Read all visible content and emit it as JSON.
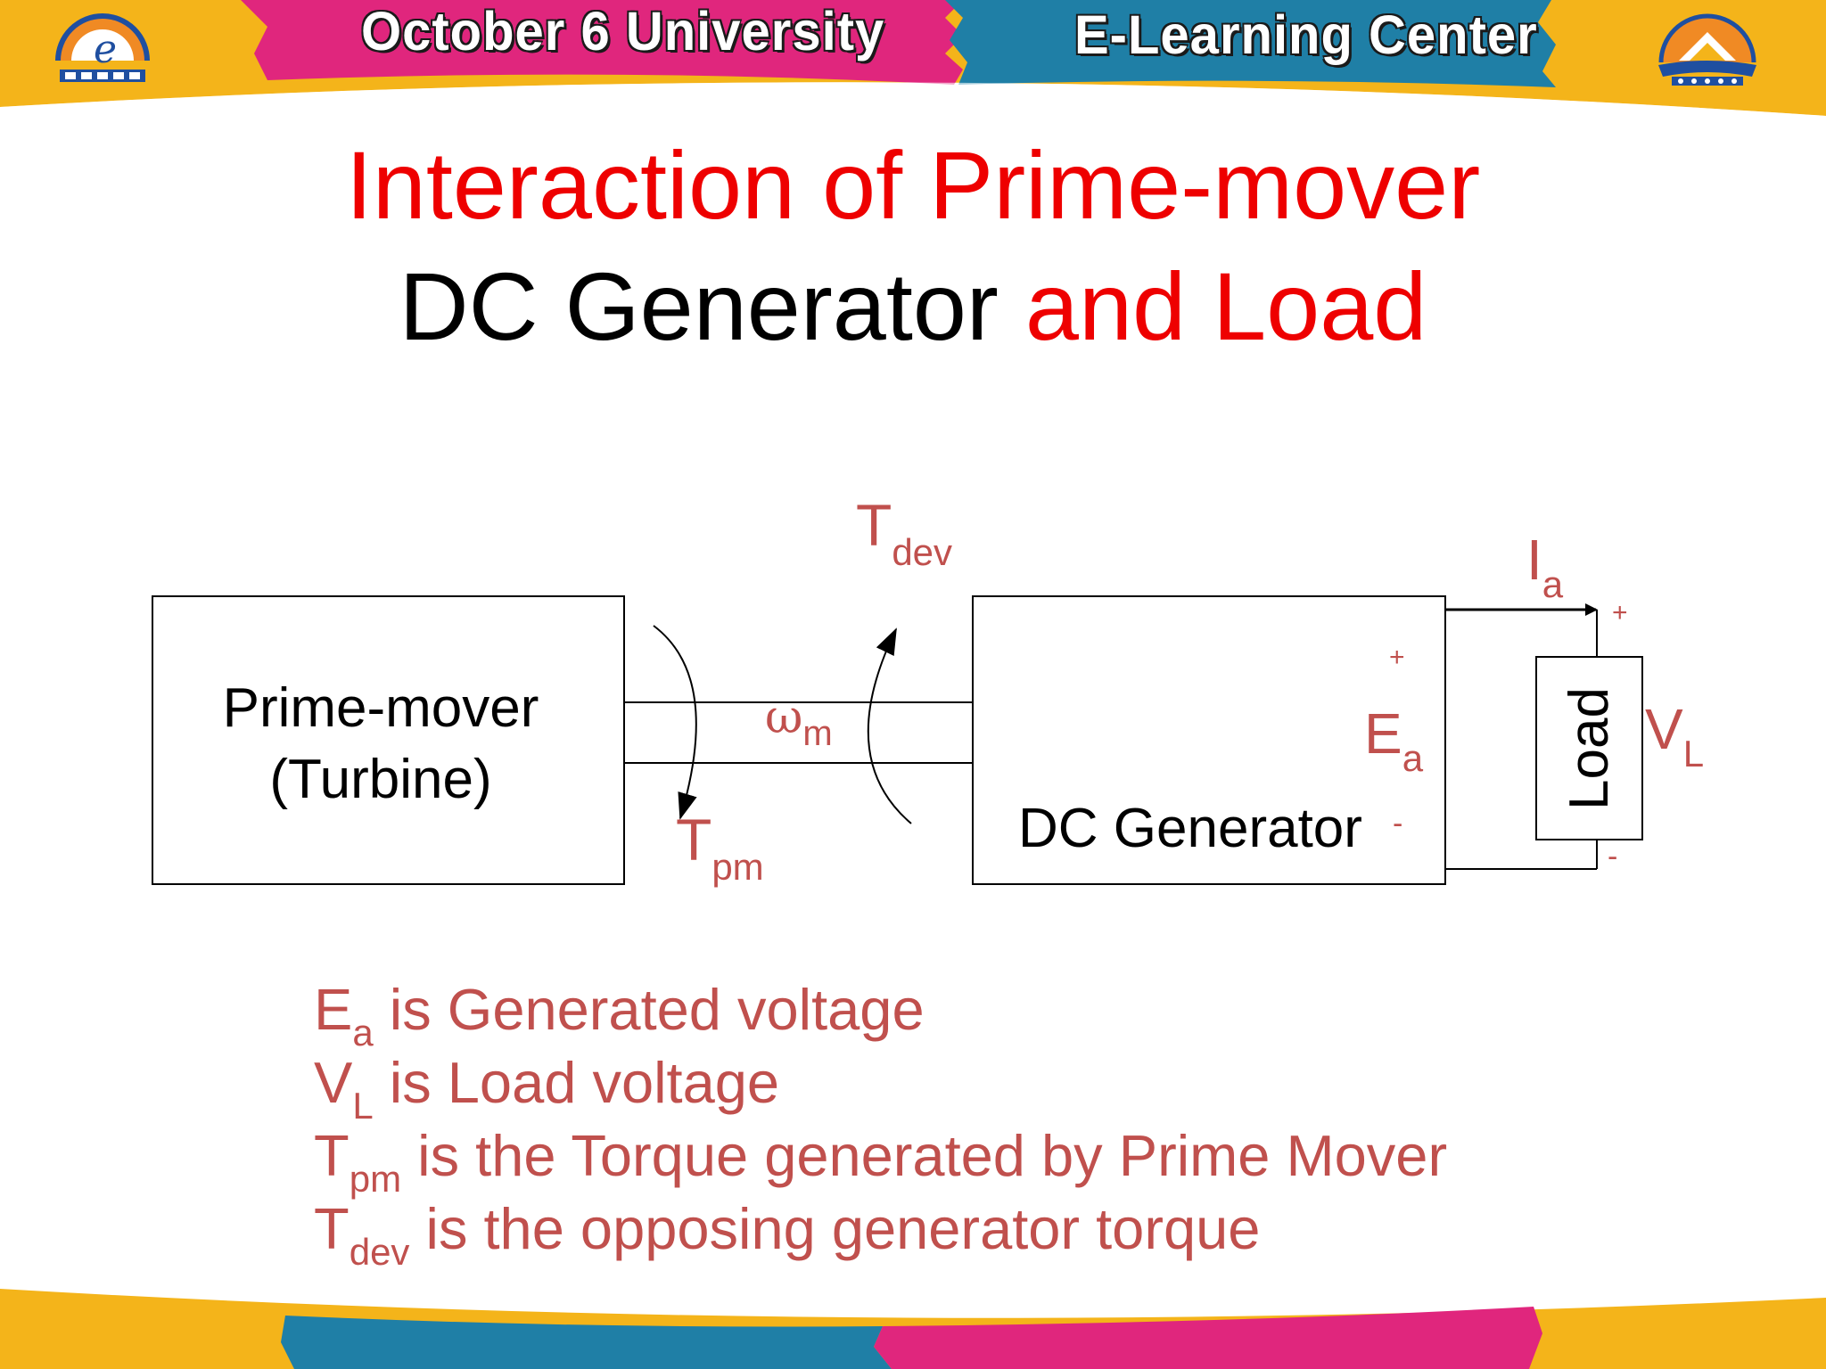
{
  "header": {
    "left_text": "October 6 University",
    "right_text": "E-Learning Center",
    "colors": {
      "yellow": "#f4b41a",
      "magenta": "#e0267d",
      "blue": "#1f7fa6"
    }
  },
  "title": {
    "line1": "Interaction of Prime-mover",
    "line2_black": "DC Generator",
    "line2_red": "and Load"
  },
  "diagram": {
    "prime_mover": {
      "line1": "Prime-mover",
      "line2": "(Turbine)"
    },
    "generator_label": "DC Generator",
    "load_label": "Load",
    "omega": {
      "symbol": "ω",
      "sub": "m"
    },
    "tpm": {
      "main": "T",
      "sub": "pm"
    },
    "tdev": {
      "main": "T",
      "sub": "dev"
    },
    "ia": {
      "main": "I",
      "sub": "a"
    },
    "ea": {
      "main": "E",
      "sub": "a"
    },
    "vl": {
      "main": "V",
      "sub": "L"
    },
    "plus": "+",
    "minus": "-",
    "label_color": "#c0504d"
  },
  "legend": [
    {
      "sym": "E",
      "sub": "a",
      "text": "is Generated voltage"
    },
    {
      "sym": "V",
      "sub": "L",
      "text": "is Load voltage"
    },
    {
      "sym": "T",
      "sub": "pm",
      "text": "is the Torque generated by Prime Mover"
    },
    {
      "sym": "T",
      "sub": "dev",
      "text": "is the opposing generator torque"
    }
  ]
}
